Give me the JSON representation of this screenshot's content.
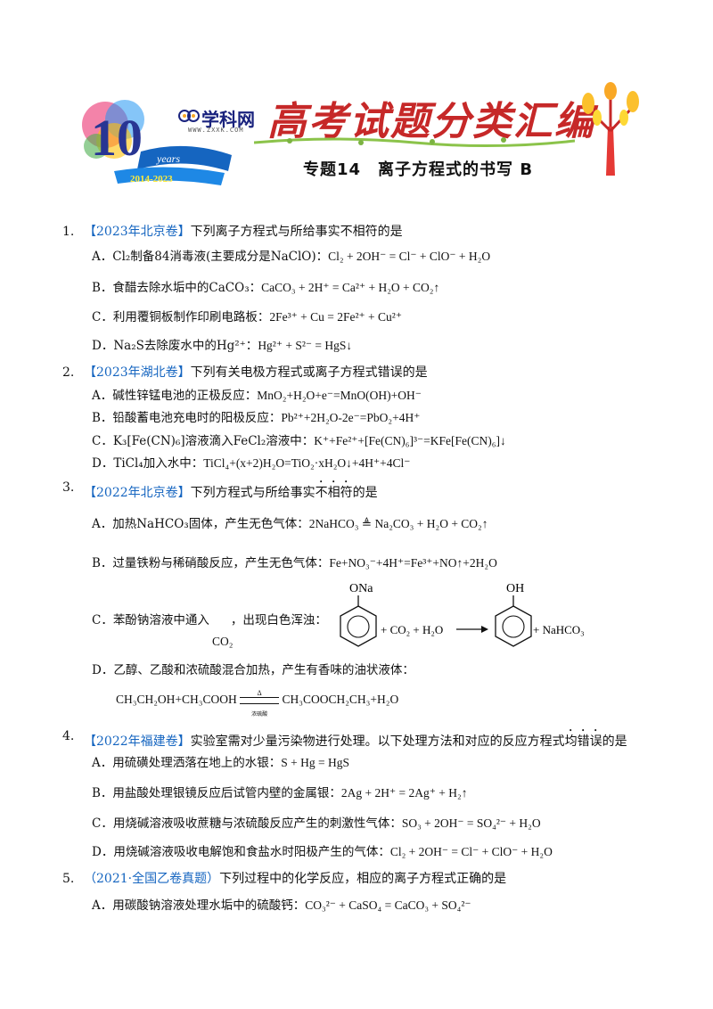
{
  "header": {
    "brand": "学科网",
    "brand_url": "WWW.ZXXK.COM",
    "logo_number": "10",
    "logo_years": "years",
    "logo_range": "2014-2023",
    "series_title": "高考试题分类汇编",
    "subject": "专题14　离子方程式的书写 B"
  },
  "questions": [
    {
      "number": "1.",
      "tag": "【2023年北京卷】",
      "stem": "下列离子方程式与所给事实不相符的是",
      "options": [
        {
          "label": "A．",
          "text": "Cl₂制备84消毒液(主要成分是NaClO)：",
          "formula": "Cl₂ + 2OH⁻ = Cl⁻ + ClO⁻ + H₂O"
        },
        {
          "label": "B．",
          "text": "食醋去除水垢中的CaCO₃：",
          "formula": "CaCO₃ + 2H⁺ = Ca²⁺ + H₂O + CO₂↑"
        },
        {
          "label": "C．",
          "text": "利用覆铜板制作印刷电路板：",
          "formula": "2Fe³⁺ + Cu = 2Fe²⁺ + Cu²⁺"
        },
        {
          "label": "D．",
          "text": "Na₂S去除废水中的Hg²⁺：",
          "formula": "Hg²⁺ + S²⁻ = HgS↓"
        }
      ]
    },
    {
      "number": "2.",
      "tag": "【2023年湖北卷】",
      "stem": "下列有关电极方程式或离子方程式错误的是",
      "options": [
        {
          "label": "A．",
          "text": "碱性锌锰电池的正极反应：",
          "formula": "MnO₂+H₂O+e⁻=MnO(OH)+OH⁻"
        },
        {
          "label": "B．",
          "text": "铅酸蓄电池充电时的阳极反应：",
          "formula": "Pb²⁺+2H₂O-2e⁻=PbO₂+4H⁺"
        },
        {
          "label": "C．",
          "text": "K₃[Fe(CN)₆]溶液滴入FeCl₂溶液中：",
          "formula": "K⁺+Fe²⁺+[Fe(CN)₆]³⁻=KFe[Fe(CN)₆]↓"
        },
        {
          "label": "D．",
          "text": "TiCl₄加入水中：",
          "formula": "TiCl₄+(x+2)H₂O=TiO₂·xH₂O↓+4H⁺+4Cl⁻"
        }
      ]
    },
    {
      "number": "3.",
      "tag": "【2022年北京卷】",
      "stem_before": "下列方程式与所给事实",
      "stem_emph": "不相符",
      "stem_after": "的是",
      "options": [
        {
          "label": "A．",
          "text": "加热NaHCO₃固体，产生无色气体：",
          "formula": "2NaHCO₃ ≜ Na₂CO₃ + H₂O + CO₂↑"
        },
        {
          "label": "B．",
          "text": "过量铁粉与稀硝酸反应，产生无色气体：",
          "formula": "Fe+NO₃⁻+4H⁺=Fe³⁺+NO↑+2H₂O"
        },
        {
          "label": "C．",
          "text": "苯酚钠溶液中通入",
          "text2": "，出现白色浑浊：",
          "co2": "CO₂",
          "sub_left": "ONa",
          "sub_right": "OH",
          "mid": "+ CO₂ + H₂O",
          "right": "+ NaHCO₃"
        },
        {
          "label": "D．",
          "text": "乙醇、乙酸和浓硫酸混合加热，产生有香味的油状液体：",
          "formula_left": "CH₃CH₂OH+CH₃COOH",
          "cond_top": "Δ",
          "cond_bottom": "浓硫酸",
          "formula_right": "CH₃COOCH₂CH₃+H₂O"
        }
      ]
    },
    {
      "number": "4.",
      "tag": "【2022年福建卷】",
      "stem_before": "实验室需对少量污染物进行处理。以下处理方法和对应的反应方程式",
      "stem_emph": "均错误",
      "stem_after": "的是",
      "options": [
        {
          "label": "A．",
          "text": "用硫磺处理洒落在地上的水银：",
          "formula": "S + Hg = HgS"
        },
        {
          "label": "B．",
          "text": "用盐酸处理银镜反应后试管内壁的金属银：",
          "formula": "2Ag + 2H⁺ = 2Ag⁺ + H₂↑"
        },
        {
          "label": "C．",
          "text": "用烧碱溶液吸收蔗糖与浓硫酸反应产生的刺激性气体：",
          "formula": "SO₃ + 2OH⁻ = SO₄²⁻ + H₂O"
        },
        {
          "label": "D．",
          "text": "用烧碱溶液吸收电解饱和食盐水时阳极产生的气体：",
          "formula": "Cl₂ + 2OH⁻ = Cl⁻ + ClO⁻ + H₂O"
        }
      ]
    },
    {
      "number": "5.",
      "tag": "（2021·全国乙卷真题）",
      "stem": "下列过程中的化学反应，相应的离子方程式正确的是",
      "options": [
        {
          "label": "A．",
          "text": "用碳酸钠溶液处理水垢中的硫酸钙：",
          "formula": "CO₃²⁻ + CaSO₄ = CaCO₃ + SO₄²⁻"
        }
      ]
    }
  ]
}
